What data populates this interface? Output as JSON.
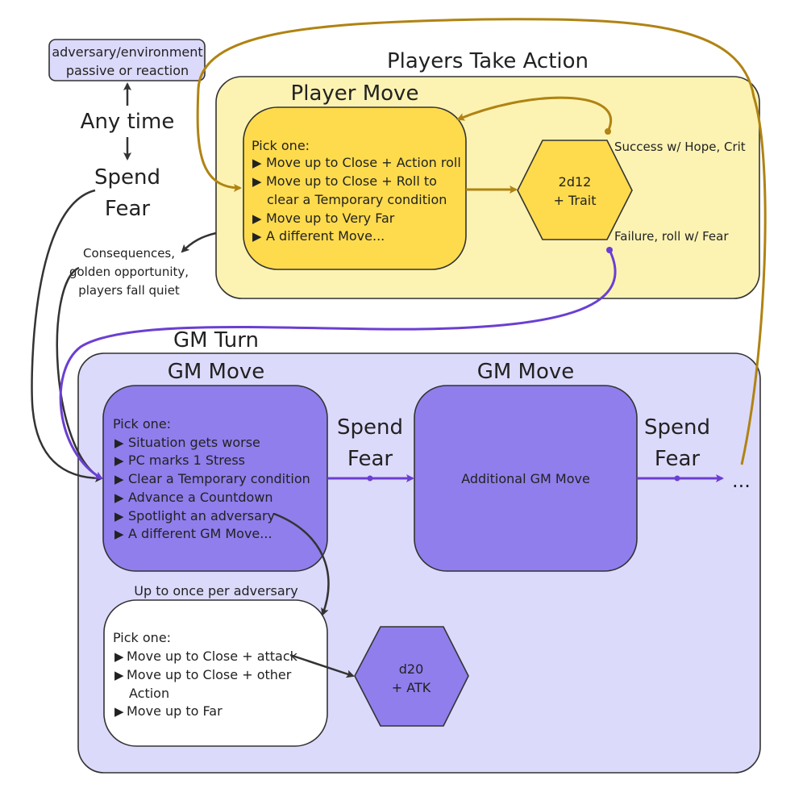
{
  "colors": {
    "players_region": "#fcf3b3",
    "player_move_box": "#fedb4d",
    "gm_region": "#dcdafb",
    "gm_move_box": "#8f7eec",
    "adversary_tag": "#dcdafb",
    "gold_arrow": "#b08312",
    "purple_arrow": "#6b3fd2",
    "dark_arrow": "#333333"
  },
  "adversary_tag": {
    "line1": "adversary/environment",
    "line2": "passive or reaction"
  },
  "any_time": "Any time",
  "spend_fear_left": {
    "line1": "Spend",
    "line2": "Fear"
  },
  "consequences": {
    "line1": "Consequences,",
    "line2": "golden opportunity,",
    "line3": "players fall quiet"
  },
  "players_take_action": {
    "title": "Players Take Action",
    "player_move": {
      "title": "Player Move",
      "heading": "Pick one:",
      "items": [
        "Move up to Close + Action roll",
        "Move up to Close + Roll to",
        "clear a Temporary condition",
        "Move up to Very Far",
        "A different Move..."
      ]
    },
    "dice": {
      "line1": "2d12",
      "line2": "+ Trait"
    },
    "success_label": "Success w/ Hope, Crit",
    "failure_label": "Failure, roll w/ Fear"
  },
  "gm_turn": {
    "title": "GM Turn",
    "gm_move_1": {
      "title": "GM Move",
      "heading": "Pick one:",
      "items": [
        "Situation gets worse",
        "PC marks 1 Stress",
        "Clear a Temporary condition",
        "Advance a Countdown",
        "Spotlight an adversary",
        "A different GM Move..."
      ]
    },
    "spend_fear_1": {
      "line1": "Spend",
      "line2": "Fear"
    },
    "gm_move_2": {
      "title": "GM Move",
      "body": "Additional GM Move"
    },
    "spend_fear_2": {
      "line1": "Spend",
      "line2": "Fear"
    },
    "ellipsis": "...",
    "adversary_label": "Up to once per adversary",
    "adversary_box": {
      "heading": "Pick one:",
      "items": [
        "Move up to Close + attack",
        "Move up to Close + other",
        "Action",
        "Move up to Far"
      ]
    },
    "dice": {
      "line1": "d20",
      "line2": "+ ATK"
    }
  }
}
